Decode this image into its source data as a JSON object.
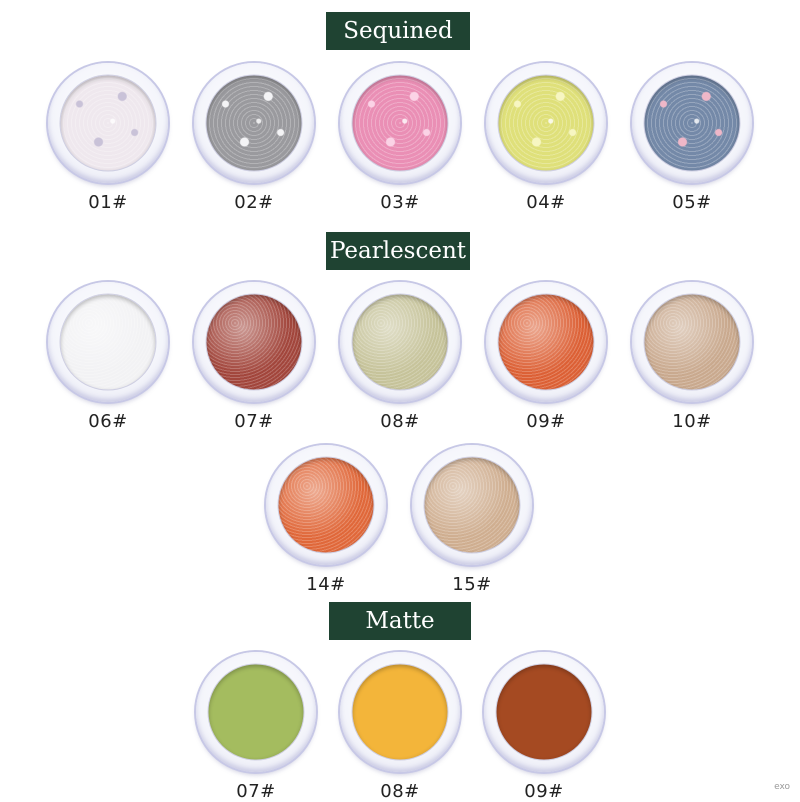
{
  "sections": [
    {
      "title": "Sequined",
      "swatches": [
        {
          "label": "01#",
          "color": "#efe8ee",
          "finish": "sequin",
          "accent": "#c9c2d8"
        },
        {
          "label": "02#",
          "color": "#9a9a9e",
          "finish": "sequin",
          "accent": "#f4f4f6"
        },
        {
          "label": "03#",
          "color": "#ea8fb5",
          "finish": "sequin",
          "accent": "#fbd3e6"
        },
        {
          "label": "04#",
          "color": "#dfe07a",
          "finish": "sequin",
          "accent": "#f7f6c2"
        },
        {
          "label": "05#",
          "color": "#7489a8",
          "finish": "sequin",
          "accent": "#efb7c8"
        }
      ]
    },
    {
      "title": "Pearlescent",
      "swatches": [
        {
          "label": "06#",
          "color": "#f2f2f4",
          "finish": "pearl"
        },
        {
          "label": "07#",
          "color": "#a2463c",
          "finish": "pearl"
        },
        {
          "label": "08#",
          "color": "#c6c39a",
          "finish": "pearl"
        },
        {
          "label": "09#",
          "color": "#dc6035",
          "finish": "pearl"
        },
        {
          "label": "10#",
          "color": "#c9a98e",
          "finish": "pearl"
        },
        {
          "label": "14#",
          "color": "#e0683a",
          "finish": "pearl"
        },
        {
          "label": "15#",
          "color": "#cfae90",
          "finish": "pearl"
        }
      ]
    },
    {
      "title": "Matte",
      "swatches": [
        {
          "label": "07#",
          "color": "#a4bc5f",
          "finish": "matte"
        },
        {
          "label": "08#",
          "color": "#f3b53a",
          "finish": "matte"
        },
        {
          "label": "09#",
          "color": "#a54a22",
          "finish": "matte"
        }
      ]
    }
  ],
  "watermark": "exo",
  "colors": {
    "banner": "#1f4332",
    "banner_text": "#ffffff",
    "label_text": "#222222"
  }
}
